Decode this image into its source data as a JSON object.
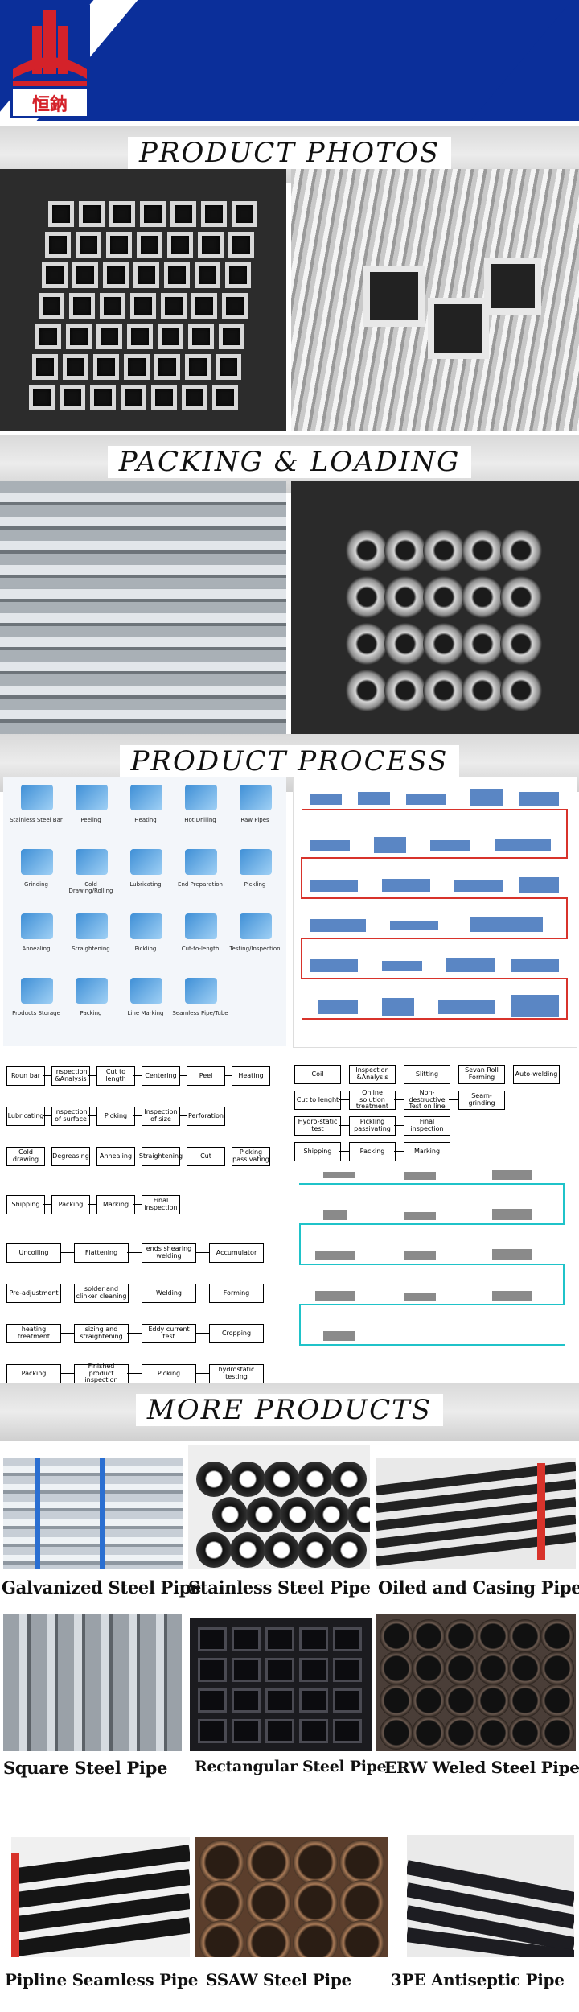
{
  "header": {
    "logo_text": "恒鈉",
    "brand_color": "#0b2f9a",
    "logo_color": "#d4222a"
  },
  "sections": {
    "product_photos": "PRODUCT PHOTOS",
    "packing_loading": "PACKING & LOADING",
    "product_process": "PRODUCT PROCESS",
    "more_products": "MORE PRODUCTS"
  },
  "process_cards": [
    "Stainless Steel Bar",
    "Peeling",
    "Heating",
    "Hot Drilling",
    "Raw Pipes",
    "Grinding",
    "Cold Drawing/Rolling",
    "Lubricating",
    "End Preparation",
    "Pickling",
    "Annealing",
    "Straightening",
    "Pickling",
    "Cut-to-length",
    "Testing/Inspection",
    "Products Storage",
    "Packing",
    "Line Marking",
    "Seamless Pipe/Tube"
  ],
  "flow1": {
    "row1": [
      "Roun bar",
      "Inspection &Analysis",
      "Cut to length",
      "Centering",
      "Peel",
      "Heating"
    ],
    "row2": [
      "Lubricating",
      "Inspection of surface",
      "Picking",
      "Inspection of size",
      "Perforation"
    ],
    "row3": [
      "Cold drawing",
      "Degreasing",
      "Annealing",
      "Straightening",
      "Cut",
      "Picking passivating"
    ],
    "row4": [
      "Shipping",
      "Packing",
      "Marking",
      "Final inspection"
    ]
  },
  "flow2": {
    "row1": [
      "Coil",
      "Inspection &Analysis",
      "Slitting",
      "Sevan Roll Forming",
      "Auto-welding"
    ],
    "row2": [
      "Cut to lenght",
      "Online solution treatment",
      "Non-destructive Test on line",
      "Seam-grinding"
    ],
    "row3": [
      "Hydro-static test",
      "Pickling passivating",
      "Final inspection"
    ],
    "row4": [
      "Shipping",
      "Packing",
      "Marking"
    ]
  },
  "flow3": {
    "row1": [
      "Uncoiling",
      "Flattening",
      "ends shearing welding",
      "Accumulator"
    ],
    "row2": [
      "Pre-adjustment",
      "solder and clinker cleaning",
      "Welding",
      "Forming"
    ],
    "row3": [
      "heating treatment",
      "sizing and straightening",
      "Eddy current test",
      "Cropping"
    ],
    "row4": [
      "Packing",
      "Finished product inspection",
      "Picking",
      "hydrostatic testing"
    ]
  },
  "products": [
    "Galvanized Steel Pipe",
    "Stainless Steel Pipe",
    "Oiled and Casing Pipe",
    "Square Steel Pipe",
    "Rectangular Steel Pipe",
    "ERW Weled Steel Pipe",
    "Pipline Seamless Pipe",
    "SSAW Steel Pipe",
    "3PE Antiseptic Pipe"
  ]
}
